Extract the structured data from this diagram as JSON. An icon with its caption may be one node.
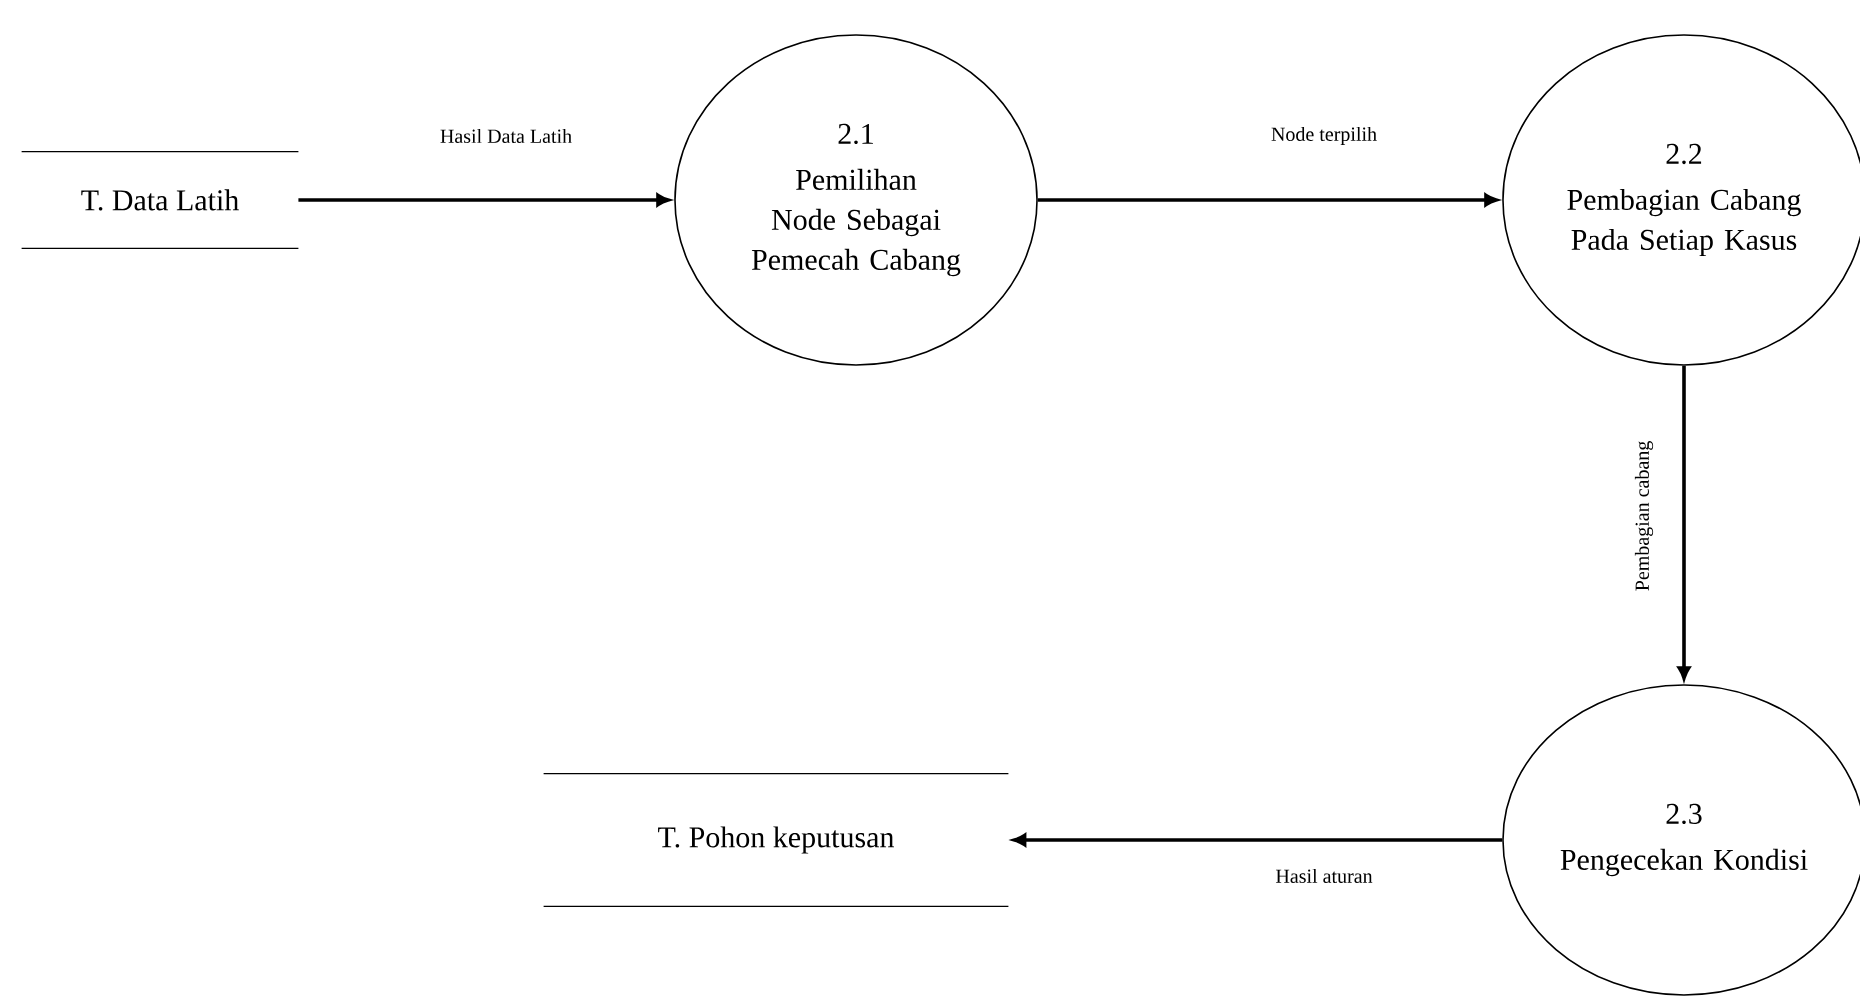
{
  "diagram": {
    "nodes": [
      {
        "text": [
          "T. Data Latih"
        ]
      },
      {
        "text": [
          "2.1",
          "Pemilihan Node Sebagai Pemecah Cabang"
        ]
      },
      {
        "text": [
          "2.2",
          "Pembagian Cabang Pada Setiap Kasus"
        ]
      },
      {
        "text": [
          "2.3",
          "Pengecekan Kondisi"
        ]
      },
      {
        "text": [
          "T. Pohon keputusan"
        ]
      }
    ],
    "edges": [
      {
        "from": 0,
        "to": 1,
        "arrow": "to",
        "label": "Hasil Data Latih"
      },
      {
        "from": 1,
        "to": 2,
        "arrow": "to",
        "label": "Node terpilih"
      },
      {
        "from": 2,
        "to": 3,
        "arrow": "to",
        "label": "Pembagian cabang"
      },
      {
        "from": 3,
        "to": 4,
        "arrow": "to",
        "label": "Hasil aturan"
      }
    ]
  }
}
